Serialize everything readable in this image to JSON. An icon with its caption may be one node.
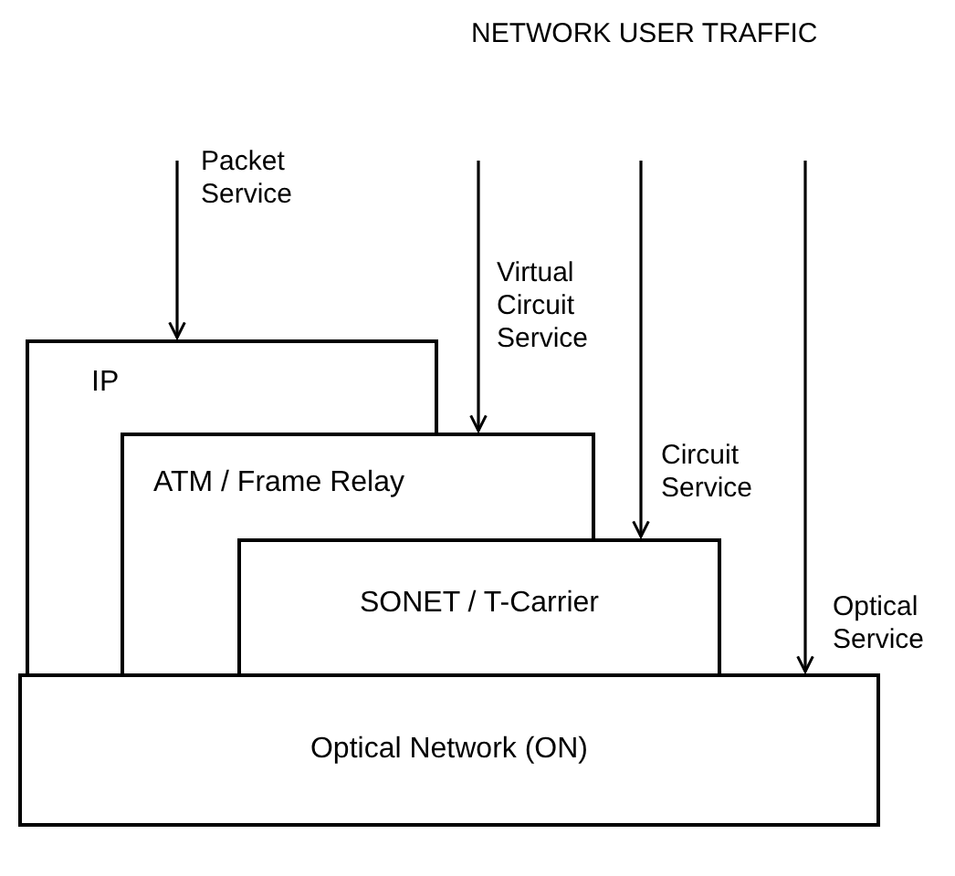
{
  "diagram": {
    "title": "NETWORK USER TRAFFIC",
    "nodes": [
      {
        "text": [
          "IP"
        ]
      },
      {
        "text": [
          "ATM / Frame Relay"
        ]
      },
      {
        "text": [
          "SONET / T-Carrier"
        ]
      },
      {
        "text": [
          "Optical Network (ON)"
        ]
      }
    ],
    "edges": [
      {
        "from": null,
        "to": 0,
        "arrow": "to",
        "label": "Packet Service"
      },
      {
        "from": null,
        "to": 1,
        "arrow": "to",
        "label": "Virtual Circuit Service"
      },
      {
        "from": null,
        "to": 2,
        "arrow": "to",
        "label": "Circuit Service"
      },
      {
        "from": null,
        "to": 3,
        "arrow": "to",
        "label": "Optical Service"
      }
    ]
  }
}
